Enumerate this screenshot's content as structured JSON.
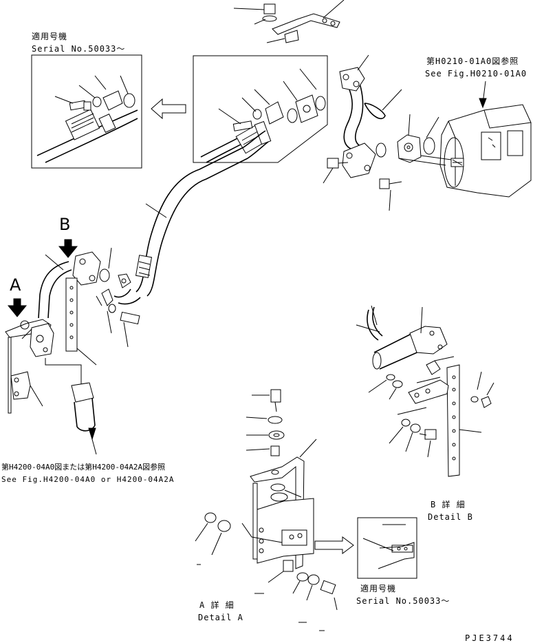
{
  "labels": {
    "serial_top_ja": "適用号機",
    "serial_top_en": "Serial No.50033～",
    "fig_h0210_ja": "第H0210-01A0図参照",
    "fig_h0210_en": "See Fig.H0210-01A0",
    "fig_h4200_ja": "第H4200-04A0図または第H4200-04A2A図参照",
    "fig_h4200_en": "See Fig.H4200-04A0 or H4200-04A2A",
    "detail_b_ja": "B 詳 細",
    "detail_b_en": "Detail B",
    "detail_a_ja": "A 詳 細",
    "detail_a_en": "Detail A",
    "serial_bottom_ja": "適用号機",
    "serial_bottom_en": "Serial No.50033～",
    "drawing_code": "PJE3744",
    "view_a": "A",
    "view_b": "B"
  }
}
